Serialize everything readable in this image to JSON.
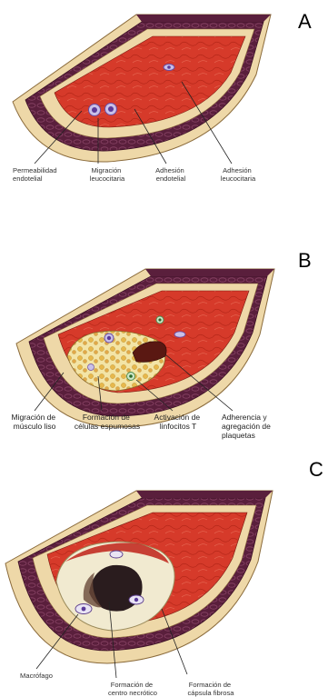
{
  "panels": [
    {
      "letter": "A",
      "labels": [
        [
          "Permeabilidad",
          "endotelial"
        ],
        [
          "Migración",
          "leucocitaria"
        ],
        [
          "Adhesión",
          "endotelial"
        ],
        [
          "Adhesión",
          "leucocitaria"
        ]
      ]
    },
    {
      "letter": "B",
      "labels": [
        [
          "Migración de",
          "músculo liso"
        ],
        [
          "Formación de",
          "células espumosas"
        ],
        [
          "Activación de",
          "linfocitos T"
        ],
        [
          "Adherencia y",
          "agregación de",
          "plaquetas"
        ]
      ]
    },
    {
      "letter": "C",
      "labels": [
        [
          "Macrófago"
        ],
        [
          "Formación de",
          "centro necrótico"
        ],
        [
          "Formación de",
          "cápsula fibrosa"
        ]
      ]
    }
  ],
  "colors": {
    "adventitia": "#eed8a8",
    "media": "#5a1f3c",
    "intima": "#8e3a5a",
    "lumen": "#d63a2a",
    "lumen_light": "#e86a55",
    "plaque": "#f3e4a6",
    "foam": "#e7b84c",
    "necrotic": "#2a1c1e"
  }
}
